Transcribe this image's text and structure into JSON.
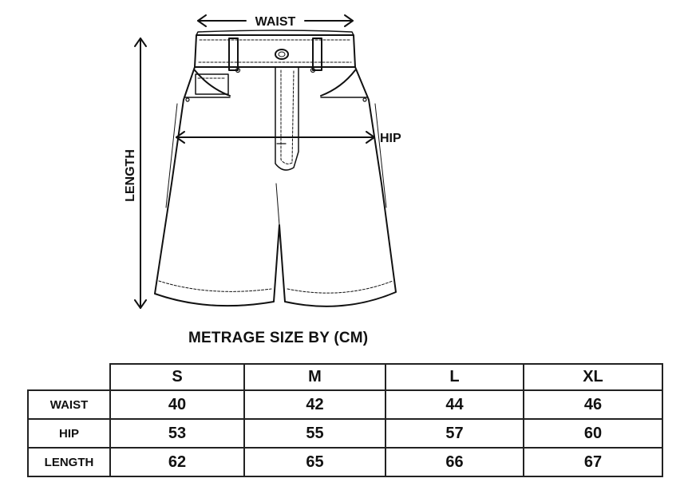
{
  "diagram": {
    "labels": {
      "waist": "WAIST",
      "hip": "HIP",
      "length": "LENGTH"
    }
  },
  "table": {
    "title": "METRAGE SIZE BY (CM)",
    "columns": [
      "S",
      "M",
      "L",
      "XL"
    ],
    "rows": [
      {
        "label": "WAIST",
        "values": [
          "40",
          "42",
          "44",
          "46"
        ]
      },
      {
        "label": "HIP",
        "values": [
          "53",
          "55",
          "57",
          "60"
        ]
      },
      {
        "label": "LENGTH",
        "values": [
          "62",
          "65",
          "66",
          "67"
        ]
      }
    ]
  }
}
